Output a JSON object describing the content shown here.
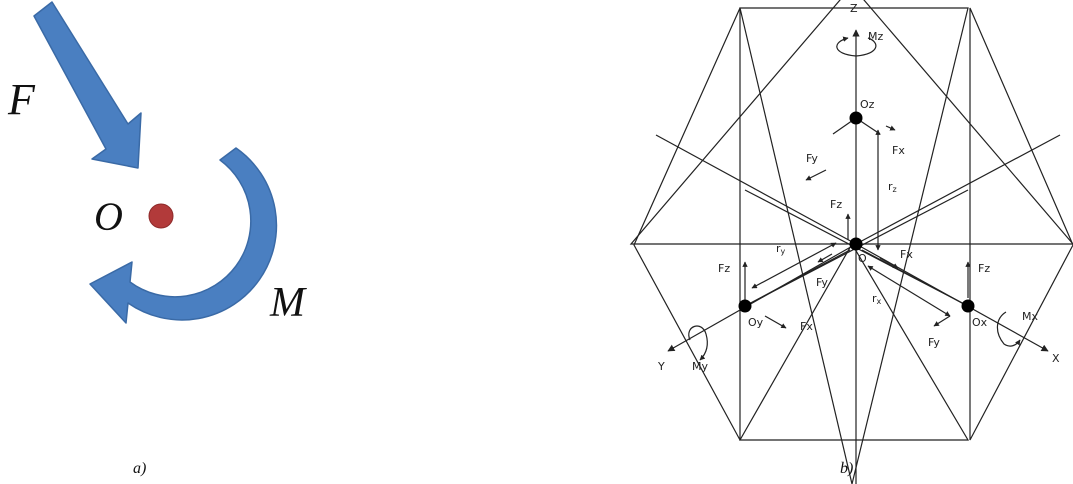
{
  "panel_a": {
    "force_label": "F",
    "point_label": "O",
    "moment_label": "M",
    "caption": "a)",
    "arrow_color": "#4a7fc1",
    "arrow_stroke": "#3a6aa6",
    "point_color": "#b23a3a"
  },
  "panel_b": {
    "caption": "b)",
    "axes": {
      "z": "Z",
      "y": "Y",
      "x": "X"
    },
    "moments": {
      "mz": "Mz",
      "my": "My",
      "mx": "Mx"
    },
    "points": {
      "oz": "Oz",
      "o": "O",
      "oy": "Oy",
      "ox": "Ox"
    },
    "forces": {
      "fy_top": "Fy",
      "fx_top": "Fx",
      "fz_center": "Fz",
      "fx_center": "Fx",
      "fy_center": "Fy",
      "fz_left": "Fz",
      "fx_bottom_left": "Fx",
      "fz_right": "Fz",
      "fy_bottom_right": "Fy"
    },
    "radii": {
      "rz": "r",
      "rz_sub": "z",
      "ry": "r",
      "ry_sub": "y",
      "rx": "r",
      "rx_sub": "x"
    },
    "line_color": "#222222"
  }
}
